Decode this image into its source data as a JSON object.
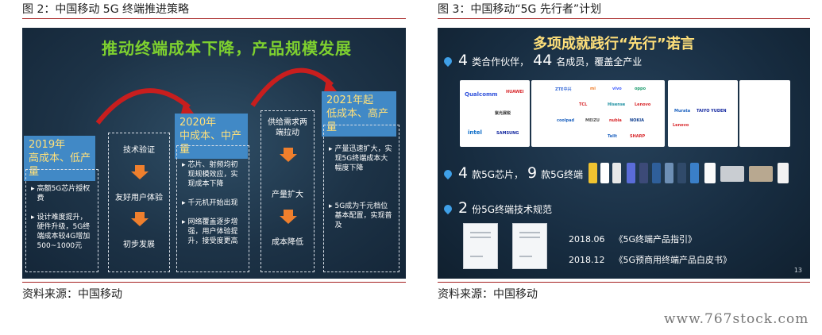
{
  "left": {
    "caption": "图 2：中国移动 5G 终端推进策略",
    "title": "推动终端成本下降，产品规模发展",
    "stages": [
      {
        "line1": "2019年",
        "line2": "高成本、低产量"
      },
      {
        "line1": "2020年",
        "line2": "中成本、中产量"
      },
      {
        "line1": "2021年起",
        "line2": "低成本、高产量"
      }
    ],
    "box1": {
      "bullet": "▸",
      "items": [
        "高额5G芯片授权费",
        "设计难度提升，硬件升级，5G终端成本较4G增加500~1000元"
      ]
    },
    "flow1": [
      "技术验证",
      "友好用户体验",
      "初步发展"
    ],
    "box2": {
      "items": [
        "芯片、射频均初现规模效应，实现成本下降",
        "千元机开始出现",
        "网络覆盖逐步增强，用户体验提升，接受度更高"
      ]
    },
    "flow2": [
      "供给需求两端拉动",
      "产量扩大",
      "成本降低"
    ],
    "box3": {
      "items": [
        "产量迅速扩大，实现5G终端成本大幅度下降",
        "5G成为千元档位基本配置，实现普及"
      ]
    },
    "source": "资料来源：中国移动"
  },
  "right": {
    "caption": "图 3：中国移动“5G 先行者”计划",
    "title": "多项成就践行“先行”诺言",
    "row1": {
      "n1": "4",
      "t1": "类合作伙伴，",
      "n2": "44",
      "t2": "名成员，覆盖全产业"
    },
    "logos": [
      "Qualcomm",
      "HUAWEI",
      "intel",
      "SAMSUNG",
      "紫光展锐",
      "ZTE中兴",
      "mi",
      "vivo",
      "oppo",
      "TCL",
      "Hisense",
      "Lenovo",
      "coolpad",
      "MEIZU",
      "nubia",
      "NOKIA",
      "SHARP",
      "Tellt",
      "Murata",
      "TAIYO YUDEN",
      "Lenovo"
    ],
    "row2": {
      "n1": "4",
      "t1": "款5G芯片，",
      "n2": "9",
      "t2": "款5G终端"
    },
    "row3": {
      "n1": "2",
      "t1": "份5G终端技术规范"
    },
    "docs": [
      {
        "date": "2018.06",
        "name": "《5G终端产品指引》"
      },
      {
        "date": "2018.12",
        "name": "《5G预商用终端产品白皮书》"
      }
    ],
    "page": "13",
    "source": "资料来源：中国移动"
  },
  "watermark": "www.767stock.com",
  "colors": {
    "rule": "#a52020",
    "stage_bg": "#4189c6",
    "stage_text": "#ffe07a",
    "title_green": "#7ed12f",
    "arrow_orange": "#ef7f2d",
    "arc_red": "#c81e1e"
  }
}
